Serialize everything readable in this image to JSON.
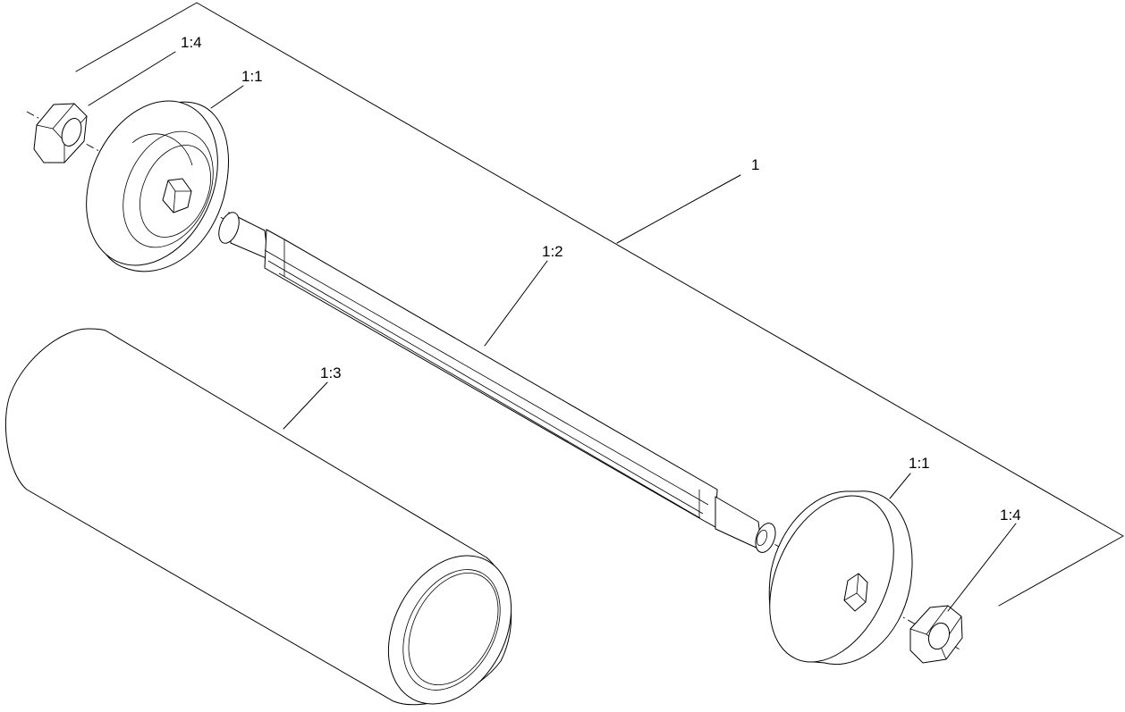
{
  "callouts": {
    "assembly": "1",
    "shaft": "1:2",
    "sleeve": "1:3",
    "wheel_left": "1:1",
    "wheel_right": "1:1",
    "nut_left": "1:4",
    "nut_right": "1:4"
  }
}
